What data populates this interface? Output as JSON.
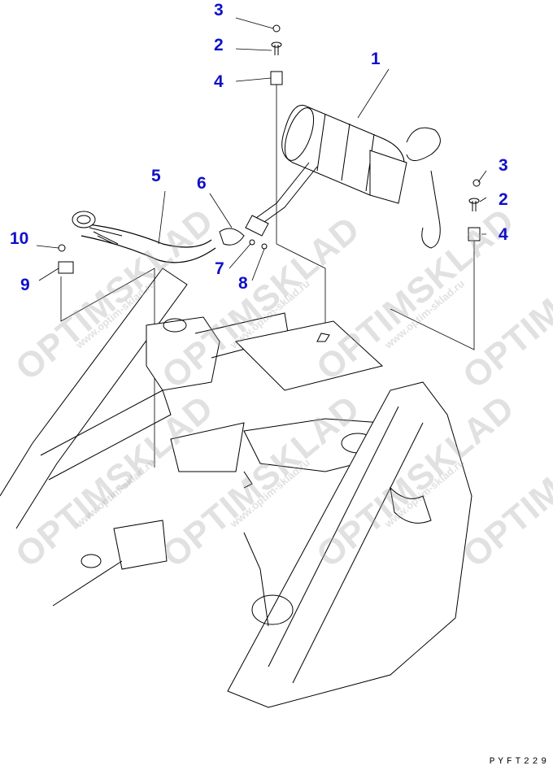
{
  "diagram": {
    "callouts": [
      {
        "id": "c3a",
        "label": "3"
      },
      {
        "id": "c2a",
        "label": "2"
      },
      {
        "id": "c4a",
        "label": "4"
      },
      {
        "id": "c1",
        "label": "1"
      },
      {
        "id": "c5",
        "label": "5"
      },
      {
        "id": "c6",
        "label": "6"
      },
      {
        "id": "c7",
        "label": "7"
      },
      {
        "id": "c8",
        "label": "8"
      },
      {
        "id": "c10",
        "label": "10"
      },
      {
        "id": "c9",
        "label": "9"
      },
      {
        "id": "c3b",
        "label": "3"
      },
      {
        "id": "c2b",
        "label": "2"
      },
      {
        "id": "c4b",
        "label": "4"
      }
    ],
    "drawing_code": "PYFT229",
    "watermark": {
      "brand": "OPTIMSKLAD",
      "url": "www.optim-sklad.ru"
    },
    "callout_color": "#1010c8"
  }
}
